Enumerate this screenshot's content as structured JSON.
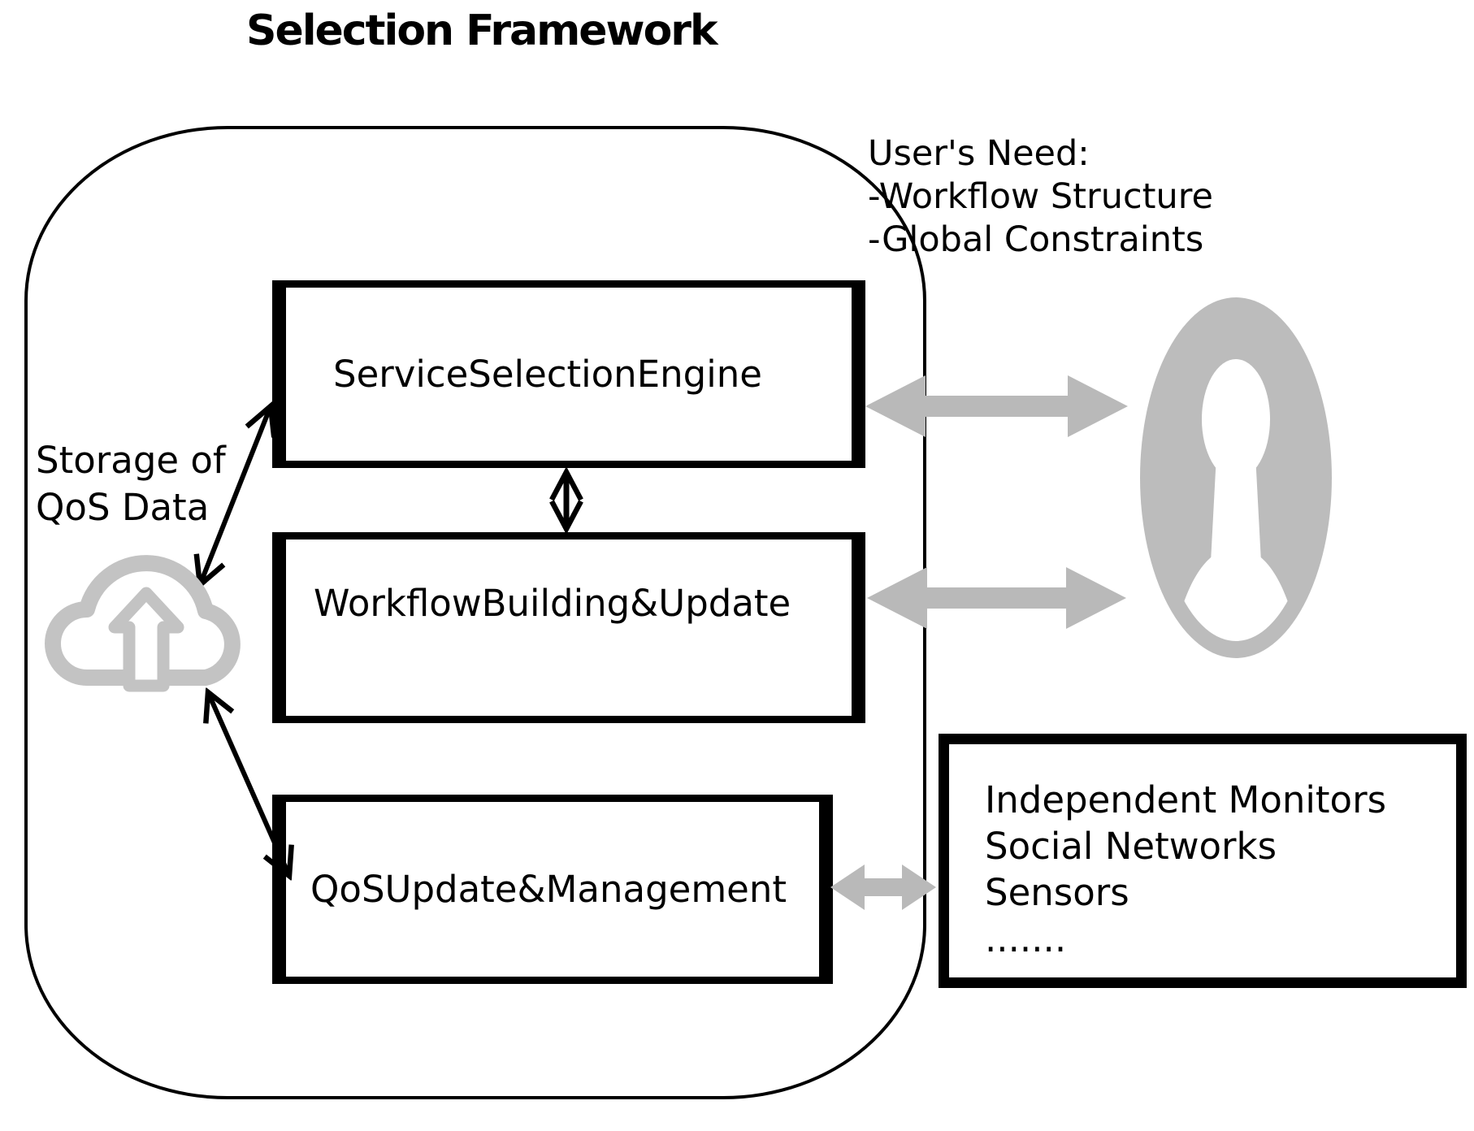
{
  "title": "Selection Framework",
  "colors": {
    "accent_gray": "#b9b9b9",
    "cloud_gray": "#c3c3c3",
    "line_black": "#000000"
  },
  "framework": {
    "boxes": [
      {
        "label": "ServiceSelectionEngine"
      },
      {
        "label": "WorkflowBuilding&Update"
      },
      {
        "label": "QoSUpdate&Management"
      }
    ],
    "storage": {
      "lines": [
        "Storage of",
        "QoS Data"
      ],
      "icon": "cloud-upload-icon"
    }
  },
  "user_need": {
    "lines": [
      "User's Need:",
      "-Workflow Structure",
      "-Global Constraints"
    ],
    "icon": "person-icon"
  },
  "monitors_box": {
    "lines": [
      "Independent Monitors",
      "Social Networks",
      "Sensors",
      "......."
    ]
  },
  "connections": [
    {
      "from": "Storage of QoS Data",
      "to": "ServiceSelectionEngine",
      "style": "black-double-arrow"
    },
    {
      "from": "Storage of QoS Data",
      "to": "QoSUpdate&Management",
      "style": "black-double-arrow"
    },
    {
      "from": "ServiceSelectionEngine",
      "to": "WorkflowBuilding&Update",
      "style": "black-double-arrow"
    },
    {
      "from": "ServiceSelectionEngine",
      "to": "User",
      "style": "gray-double-arrow"
    },
    {
      "from": "WorkflowBuilding&Update",
      "to": "User",
      "style": "gray-double-arrow"
    },
    {
      "from": "QoSUpdate&Management",
      "to": "Independent Monitors box",
      "style": "gray-double-arrow"
    }
  ]
}
